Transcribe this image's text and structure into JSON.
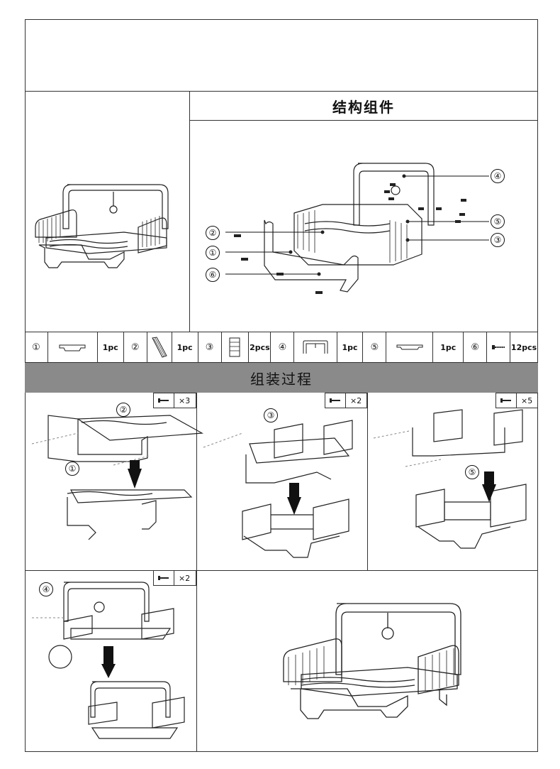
{
  "header": {
    "structure_title": "结构组件",
    "assembly_title": "组装过程"
  },
  "parts": [
    {
      "num": "①",
      "icon": "side-rail-icon",
      "qty": "1pc"
    },
    {
      "num": "②",
      "icon": "slat-board-icon",
      "qty": "1pc"
    },
    {
      "num": "③",
      "icon": "cushion-side-icon",
      "qty": "2pcs"
    },
    {
      "num": "④",
      "icon": "back-frame-icon",
      "qty": "1pc"
    },
    {
      "num": "⑤",
      "icon": "back-rail-icon",
      "qty": "1pc"
    },
    {
      "num": "⑥",
      "icon": "screw-icon",
      "qty": "12pcs"
    }
  ],
  "exploded_labels": [
    "④",
    "⑤",
    "③",
    "②",
    "①",
    "⑥"
  ],
  "steps": [
    {
      "screw_count": "×3",
      "labels": [
        "②",
        "①"
      ]
    },
    {
      "screw_count": "×2",
      "labels": [
        "③"
      ]
    },
    {
      "screw_count": "×5",
      "labels": [
        "⑤"
      ]
    },
    {
      "screw_count": "×2",
      "labels": [
        "④"
      ]
    }
  ]
}
